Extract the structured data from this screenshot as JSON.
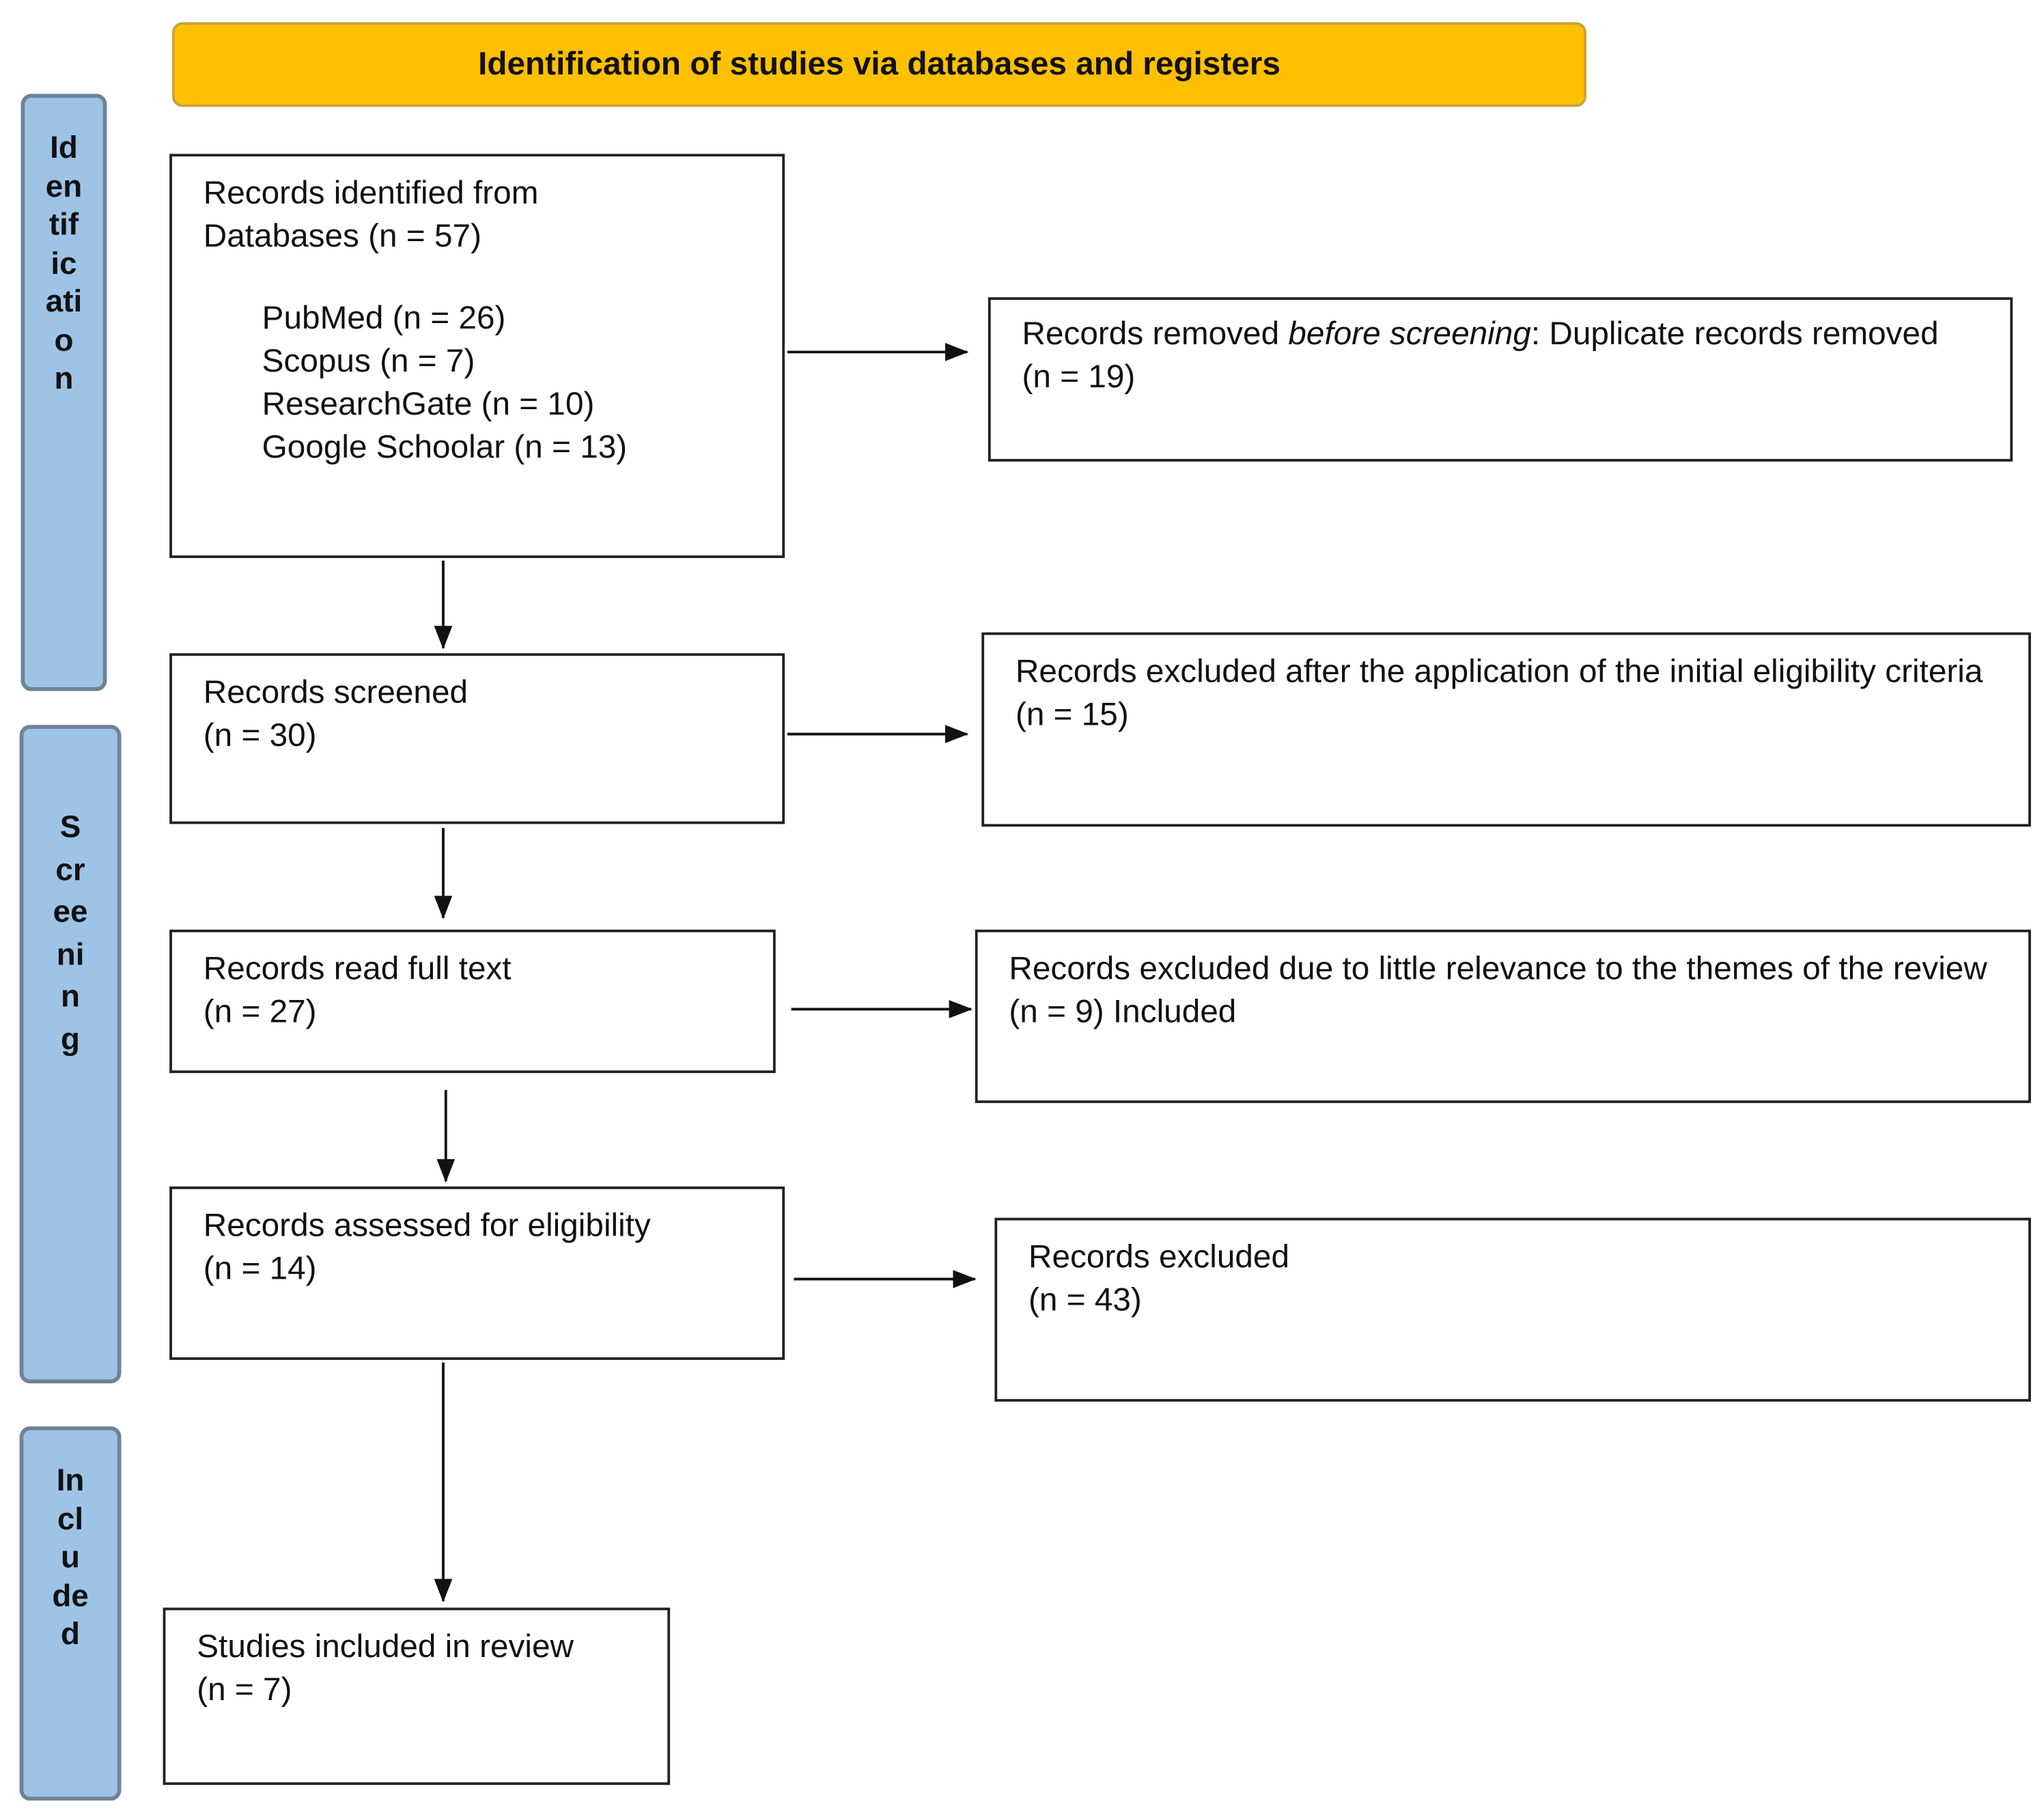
{
  "header": {
    "title": "Identification of studies via databases and registers"
  },
  "phases": [
    {
      "label": "Identification"
    },
    {
      "label": "Screening"
    },
    {
      "label": "Included"
    }
  ],
  "boxes": {
    "identified": {
      "title": "Records identified from",
      "subtitle": "Databases (n = 57)",
      "sources": [
        "PubMed (n = 26)",
        "Scopus (n = 7)",
        "ResearchGate (n = 10)",
        "Google Schoolar (n = 13)"
      ]
    },
    "removed": {
      "prefix": "Records removed ",
      "italic": "before screening",
      "suffix": ": Duplicate records removed",
      "count": "(n = 19)"
    },
    "screened": {
      "title": "Records screened",
      "count": "(n = 30)"
    },
    "excluded_initial": {
      "title": "Records excluded after the application of the initial eligibility criteria",
      "count": "(n = 15)"
    },
    "full_text": {
      "title": "Records read full text",
      "count": "(n = 27)"
    },
    "excluded_relevance": {
      "title": "Records excluded due to little relevance to the themes of the review",
      "count": "(n = 9) Included"
    },
    "assessed": {
      "title": "Records assessed for eligibility",
      "count": "(n = 14)"
    },
    "excluded": {
      "title": "Records excluded",
      "count": "(n = 43)"
    },
    "included": {
      "title": "Studies included in review",
      "count": "(n = 7)"
    }
  },
  "colors": {
    "header": "#FFC000",
    "phase": "#9DC3E6"
  }
}
